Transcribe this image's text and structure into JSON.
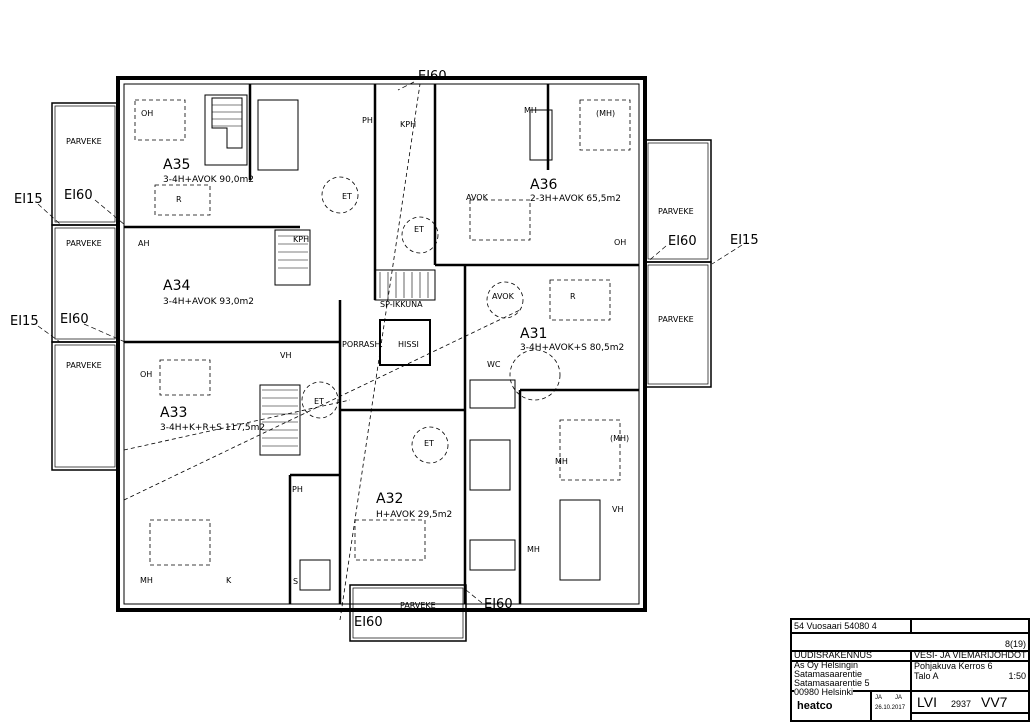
{
  "plan": {
    "apartments": [
      {
        "id": "A35",
        "desc": "3-4H+AVOK 90,0m2"
      },
      {
        "id": "A36",
        "desc": "2-3H+AVOK 65,5m2"
      },
      {
        "id": "A34",
        "desc": "3-4H+AVOK 93,0m2"
      },
      {
        "id": "A33",
        "desc": "3-4H+K+R+S 117,5m2"
      },
      {
        "id": "A31",
        "desc": "3-4H+AVOK+S 80,5m2"
      },
      {
        "id": "A32",
        "desc": "H+AVOK 29,5m2"
      }
    ],
    "balcony_label": "PARVEKE",
    "fire_labels": {
      "ei15": "EI15",
      "ei60": "EI60"
    },
    "rooms": {
      "oh": "OH",
      "r": "R",
      "ah": "AH",
      "mh": "MH",
      "mh_opt": "(MH)",
      "k": "K",
      "s": "S",
      "ph": "PH",
      "kph": "KPH",
      "avok": "AVOK",
      "porrash": "PORRASH.",
      "hissi": "HISSI",
      "sp_ikkuna": "SP-IKKUNA",
      "vh": "VH",
      "et": "ET",
      "wc": "WC"
    }
  },
  "title_block": {
    "project": "54 Vuosaari  54080  4",
    "type": "UUDISRAKENNUS",
    "client_lines": [
      "As Oy Helsingin",
      "Satamasaarentie",
      "Satamasaarentie 5",
      "00980 Helsinki"
    ],
    "drawing_title": "VESI- JA VIEMÄRIJOHDOT",
    "sheet": "8(19)",
    "content_lines": [
      "Pohjakuva Kerros 6",
      "Talo A"
    ],
    "scale": "1:50",
    "company": "heatco",
    "designer": "JA",
    "checker": "JA",
    "date": "26.10.2017",
    "discipline": "LVI",
    "number": "2937",
    "code": "VV7"
  }
}
